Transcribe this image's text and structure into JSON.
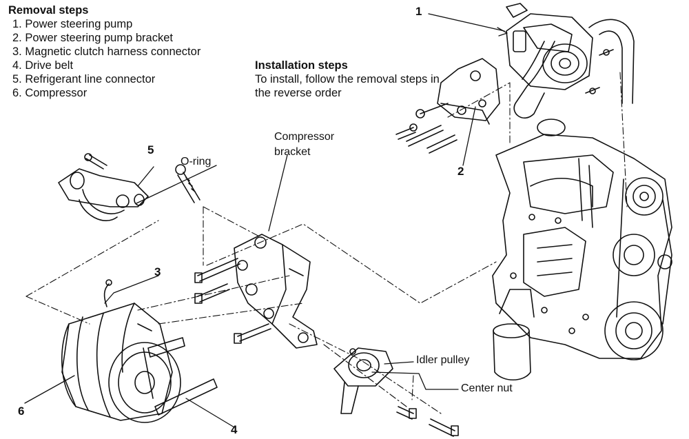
{
  "removal": {
    "heading": "Removal steps",
    "steps": [
      "1. Power steering pump",
      "2. Power steering pump bracket",
      "3. Magnetic clutch harness connector",
      "4. Drive belt",
      "5. Refrigerant line connector",
      "6. Compressor"
    ]
  },
  "installation": {
    "heading": "Installation steps",
    "text": "To install, follow the removal steps in the reverse order"
  },
  "labels": {
    "compressor_bracket_line1": "Compressor",
    "compressor_bracket_line2": "bracket",
    "oring": "O-ring",
    "idler_pulley": "Idler pulley",
    "center_nut": "Center nut"
  },
  "callouts": {
    "c1": "1",
    "c2": "2",
    "c3": "3",
    "c4": "4",
    "c5": "5",
    "c6": "6"
  }
}
